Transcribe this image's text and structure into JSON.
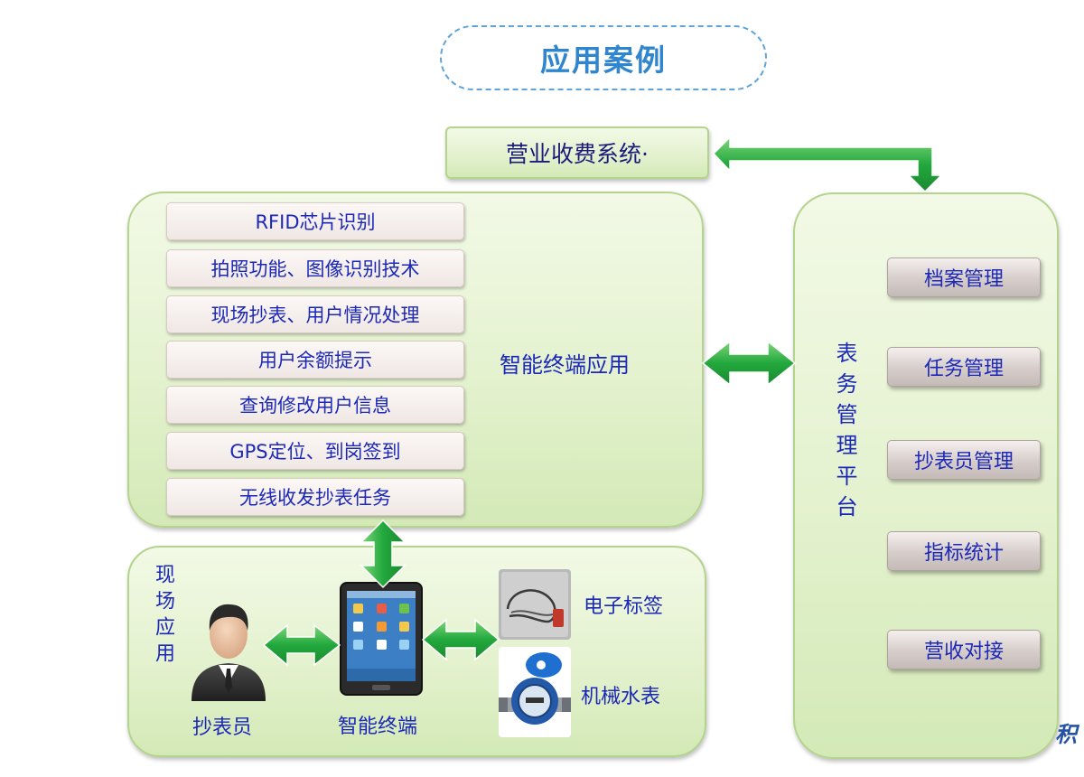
{
  "title": "应用案例",
  "billing_system": "营业收费系统·",
  "smart_terminal_app": {
    "label": "智能终端应用",
    "functions": [
      "RFID芯片识别",
      "拍照功能、图像识别技术",
      "现场抄表、用户情况处理",
      "用户余额提示",
      "查询修改用户信息",
      "GPS定位、到岗签到",
      "无线收发抄表任务"
    ]
  },
  "field_application": {
    "label": "现场应用",
    "meter_reader": "抄表员",
    "terminal": "智能终端",
    "electronic_tag": "电子标签",
    "water_meter": "机械水表"
  },
  "meter_management_platform": {
    "label": "表务管理平台",
    "modules": [
      "档案管理",
      "任务管理",
      "抄表员管理",
      "指标统计",
      "营收对接"
    ]
  },
  "watermark": "积",
  "colors": {
    "title_blue": "#2f86cf",
    "text_blue": "#1c28b8",
    "arrow_green": "#1fa23a",
    "panel_green": "#e4f2cf"
  }
}
